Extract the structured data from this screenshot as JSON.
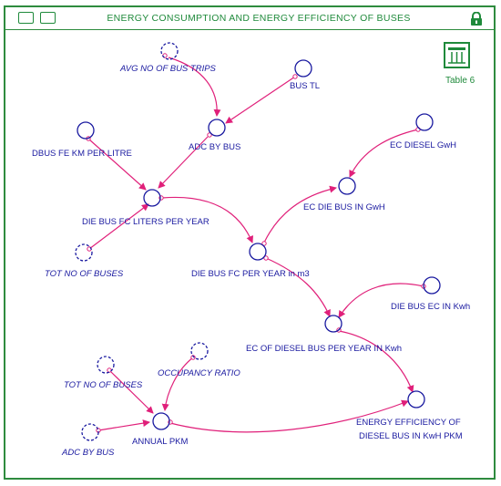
{
  "window": {
    "title": "ENERGY CONSUMPTION AND ENERGY EFFICIENCY OF BUSES"
  },
  "toolbar": {
    "left_icons": [
      "table-view-icon",
      "grid-view-icon"
    ],
    "right_icon": "lock-icon"
  },
  "table_object": {
    "label": "Table 6",
    "icon": "table-icon"
  },
  "colors": {
    "frame": "#2e8b3e",
    "label": "#1a1aa0",
    "arrow": "#e0207a",
    "node": "#1a1aa0"
  },
  "nodes": {
    "avg_no_bus_trips": "AVG NO OF BUS TRIPS",
    "bus_tl": "BUS TL",
    "adc_by_bus": "ADC BY BUS",
    "dbus_fe": "DBUS FE KM PER LITRE",
    "die_bus_fc_liters": "DIE BUS FC LITERS PER YEAR",
    "tot_no_buses_1": "TOT NO OF BUSES",
    "ec_diesel_gwh": "EC DIESEL GwH",
    "ec_die_bus_gwh": "EC DIE BUS IN GwH",
    "die_bus_fc_m3": "DIE BUS FC PER YEAR in m3",
    "die_bus_ec_kwh": "DIE BUS EC IN Kwh",
    "ec_diesel_bus_kwh": "EC OF DIESEL BUS PER YEAR IN Kwh",
    "occupancy_ratio": "OCCUPANCY RATIO",
    "tot_no_buses_2": "TOT NO OF BUSES",
    "annual_pkm": "ANNUAL PKM",
    "adc_by_bus_2": "ADC BY BUS",
    "energy_eff_line1": "ENERGY EFFICIENCY OF",
    "energy_eff_line2": "DIESEL BUS IN KwH PKM"
  }
}
